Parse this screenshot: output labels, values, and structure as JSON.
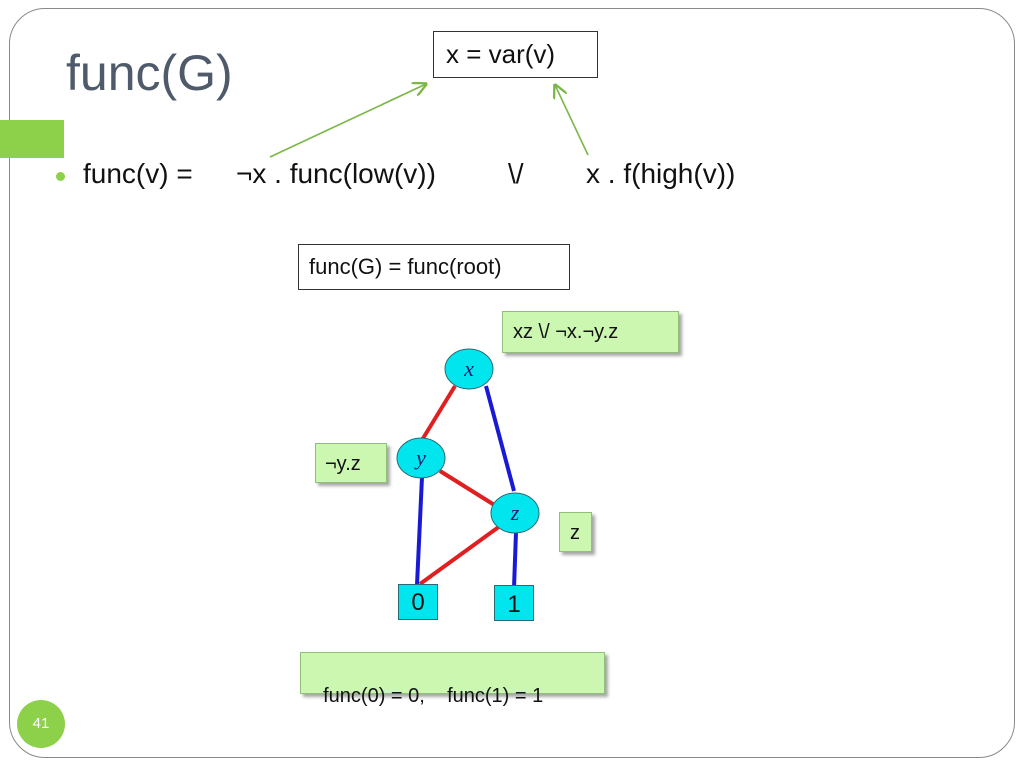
{
  "slide": {
    "title": "func(G)",
    "page_number": "41",
    "var_box": "x = var(v)",
    "bullet": {
      "prefix": "func(v) =",
      "neg_low": "¬x . func(low(v))",
      "or_symbol": "\\/",
      "high": "x . f(high(v))"
    },
    "root_box": "func(G) = func(root)",
    "terminal_box": "func(0) = 0,    func(1) = 1"
  },
  "diagram": {
    "nodes": [
      {
        "id": "x",
        "label": "x",
        "annotation": "xz  \\/  ¬x.¬y.z"
      },
      {
        "id": "y",
        "label": "y",
        "annotation": "¬y.z"
      },
      {
        "id": "z",
        "label": "z",
        "annotation": "z"
      }
    ],
    "terminals": [
      {
        "id": "t0",
        "label": "0"
      },
      {
        "id": "t1",
        "label": "1"
      }
    ],
    "edges": [
      {
        "from": "x",
        "to": "y",
        "kind": "low",
        "color": "#e02020"
      },
      {
        "from": "x",
        "to": "z",
        "kind": "high",
        "color": "#1a1ad6"
      },
      {
        "from": "y",
        "to": "z",
        "kind": "low",
        "color": "#e02020"
      },
      {
        "from": "y",
        "to": "t0",
        "kind": "high",
        "color": "#1a1ad6"
      },
      {
        "from": "z",
        "to": "t0",
        "kind": "low",
        "color": "#e02020"
      },
      {
        "from": "z",
        "to": "t1",
        "kind": "high",
        "color": "#1a1ad6"
      }
    ],
    "colors": {
      "node_fill": "#00e5ee",
      "annotation_fill": "#ccf7b0",
      "accent": "#8dd04a",
      "arrow": "#7ab648"
    }
  }
}
